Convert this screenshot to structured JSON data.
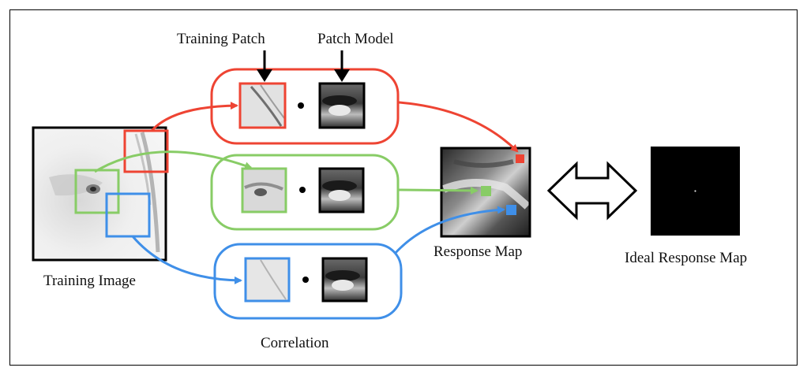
{
  "labels": {
    "training_patch": "Training Patch",
    "patch_model": "Patch Model",
    "training_image": "Training Image",
    "response_map": "Response Map",
    "ideal_response_map": "Ideal Response Map",
    "correlation": "Correlation"
  },
  "operator_symbol": "•",
  "colors": {
    "red": "#ee4433",
    "green": "#88cc66",
    "blue": "#3f8fe8",
    "border": "#000000"
  },
  "icons": [
    "down-arrow-icon",
    "double-headed-arrow-icon"
  ]
}
